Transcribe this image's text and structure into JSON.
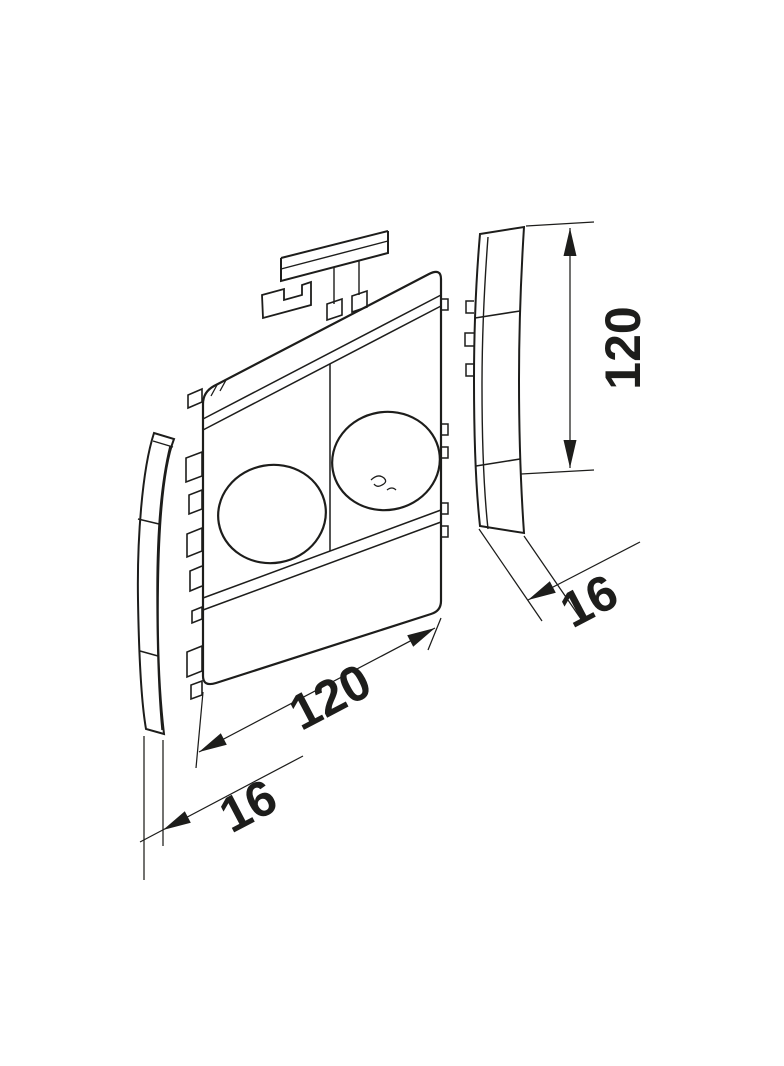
{
  "drawing": {
    "dimension_labels": {
      "height": "120",
      "width": "120",
      "left_depth": "16",
      "right_depth": "16"
    }
  },
  "colors": {
    "line": "#1d1d1b",
    "background": "#ffffff"
  }
}
